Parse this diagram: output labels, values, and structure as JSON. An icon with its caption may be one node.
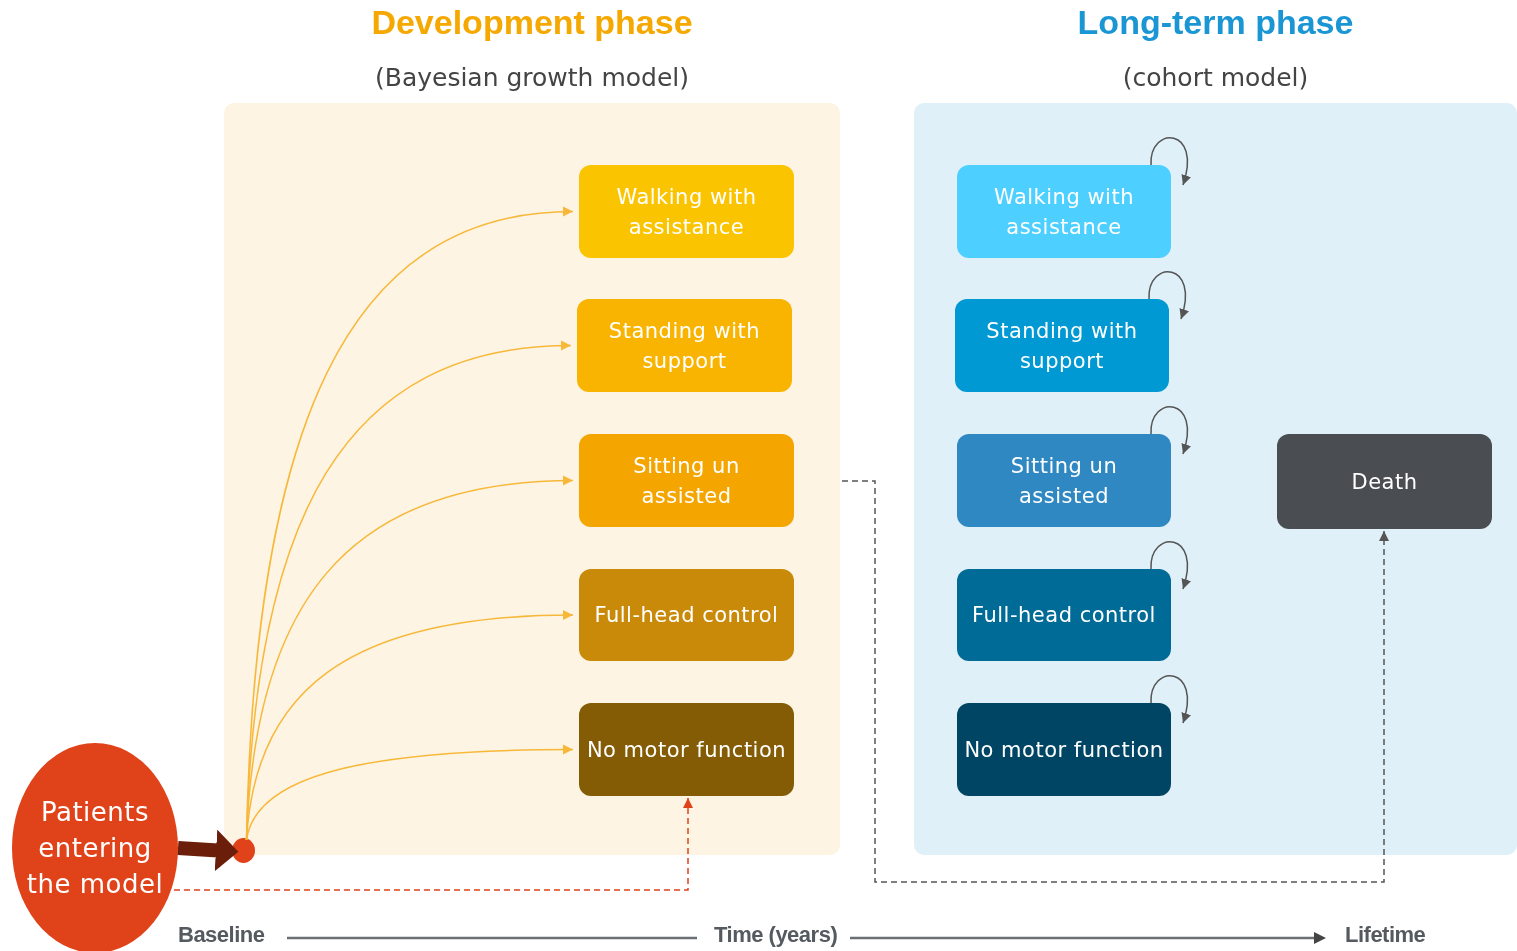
{
  "diagram": {
    "nodes": [
      {
        "text": [
          "Development phase",
          "(Bayesian growth model)"
        ]
      },
      {
        "text": [
          "Walking with assistance"
        ],
        "in": 0
      },
      {
        "text": [
          "Standing with support"
        ],
        "in": 0
      },
      {
        "text": [
          "Sitting un assisted"
        ],
        "in": 0
      },
      {
        "text": [
          "Full-head control"
        ],
        "in": 0
      },
      {
        "text": [
          "No motor function"
        ],
        "in": 0
      },
      {
        "text": [
          "Long-term phase",
          "(cohort model)"
        ]
      },
      {
        "text": [
          "Walking with assistance"
        ],
        "in": 6
      },
      {
        "text": [
          "Standing with support"
        ],
        "in": 6
      },
      {
        "text": [
          "Sitting un assisted"
        ],
        "in": 6
      },
      {
        "text": [
          "Full-head control"
        ],
        "in": 6
      },
      {
        "text": [
          "No motor function"
        ],
        "in": 6
      },
      {
        "text": [
          "Death"
        ],
        "in": 6
      },
      {
        "text": [
          "Patients entering the model"
        ]
      },
      {
        "text": [],
        "shape": "circle"
      }
    ],
    "edges": [
      {
        "from": 13,
        "to": 14,
        "arrow": "to",
        "style": "thick",
        "color": "#6b1e0a"
      },
      {
        "from": 14,
        "to": 1,
        "arrow": "to",
        "color": "#f7b83a"
      },
      {
        "from": 14,
        "to": 2,
        "arrow": "to",
        "color": "#f7b83a"
      },
      {
        "from": 14,
        "to": 3,
        "arrow": "to",
        "color": "#f7b83a"
      },
      {
        "from": 14,
        "to": 4,
        "arrow": "to",
        "color": "#f7b83a"
      },
      {
        "from": 14,
        "to": 5,
        "arrow": "to",
        "color": "#f7b83a"
      },
      {
        "from": 13,
        "to": 5,
        "arrow": "to",
        "style": "dashed",
        "color": "#e0421a"
      },
      {
        "from": 7,
        "to": 7,
        "arrow": "to"
      },
      {
        "from": 8,
        "to": 8,
        "arrow": "to"
      },
      {
        "from": 9,
        "to": 9,
        "arrow": "to"
      },
      {
        "from": 10,
        "to": 10,
        "arrow": "to"
      },
      {
        "from": 11,
        "to": 11,
        "arrow": "to"
      },
      {
        "from": 0,
        "to": 12,
        "arrow": "to",
        "style": "dashed"
      }
    ],
    "labels": [
      "Baseline",
      "Time (years)",
      "Lifetime"
    ]
  }
}
